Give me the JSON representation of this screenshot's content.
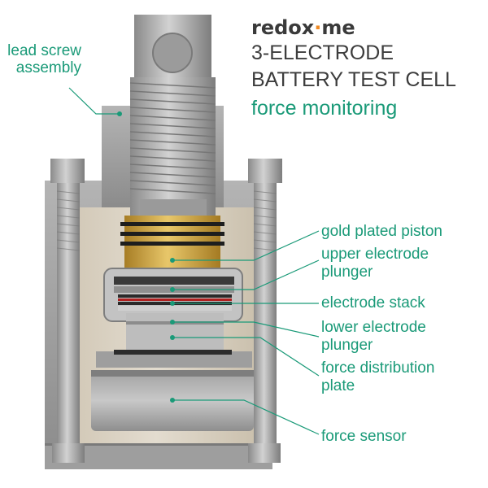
{
  "brand": {
    "name_part1": "redox",
    "name_dot": "·",
    "name_part2": "me",
    "text_color": "#3a3a3a",
    "accent_color": "#f08a24"
  },
  "title": {
    "line1": "3-ELECTRODE",
    "line2": "BATTERY TEST CELL",
    "subtitle": "force monitoring",
    "text_color": "#3d3d3d",
    "subtitle_color": "#1a9a78"
  },
  "labels": {
    "color": "#1a9a78",
    "lead_screw_line1": "lead screw",
    "lead_screw_line2": "assembly",
    "gold_piston": "gold plated piston",
    "upper_plunger_line1": "upper electrode",
    "upper_plunger_line2": "plunger",
    "electrode_stack": "electrode stack",
    "lower_plunger_line1": "lower electrode",
    "lower_plunger_line2": "plunger",
    "force_plate_line1": "force distribution",
    "force_plate_line2": "plate",
    "force_sensor": "force sensor"
  },
  "colors": {
    "steel": "#a9a9a9",
    "steel_dark": "#6f6f6f",
    "body_beige": "#d9d0c1",
    "gold": "#c9a445",
    "separator_red": "#b02020",
    "leader": "#1a9a78"
  }
}
